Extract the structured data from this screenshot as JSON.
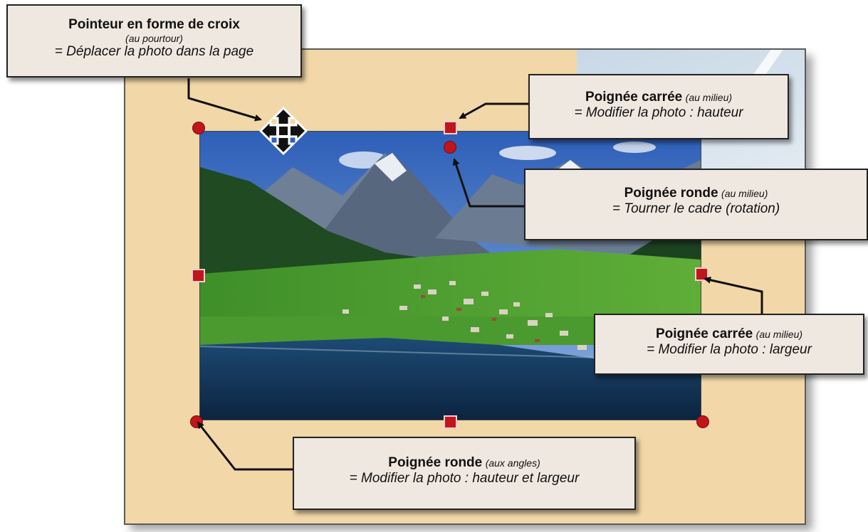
{
  "callouts": {
    "cross_pointer": {
      "title": "Pointeur en forme de croix",
      "note": "(au pourtour)",
      "desc": "=  Déplacer la photo dans la page"
    },
    "square_top": {
      "title": "Poignée carrée",
      "note": "(au milieu)",
      "desc": "=  Modifier la photo : hauteur"
    },
    "round_top": {
      "title": "Poignée ronde",
      "note": "(au milieu)",
      "desc": "=  Tourner le cadre (rotation)"
    },
    "square_side": {
      "title": "Poignée carrée",
      "note": "(au milieu)",
      "desc": "=  Modifier la photo : largeur"
    },
    "round_corner": {
      "title": "Poignée ronde",
      "note": "(aux angles)",
      "desc": "=  Modifier la photo : hauteur et largeur"
    }
  },
  "colors": {
    "handle": "#c0161b",
    "page": "#f2d8a8",
    "callout_bg": "#efe8e0"
  },
  "icons": [
    "move-cross-cursor-icon"
  ]
}
